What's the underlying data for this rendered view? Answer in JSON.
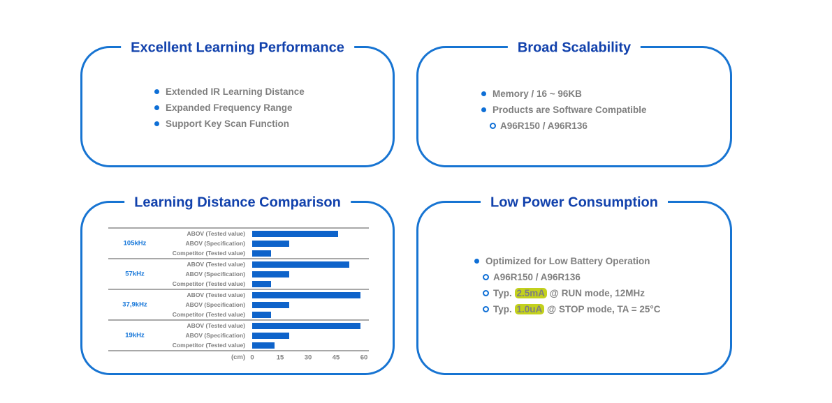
{
  "panels": {
    "learning_performance": {
      "title": "Excellent Learning Performance",
      "items": [
        "Extended IR Learning Distance",
        "Expanded Frequency Range",
        "Support Key Scan Function"
      ]
    },
    "broad_scalability": {
      "title": "Broad Scalability",
      "items": [
        "Memory / 16 ~ 96KB",
        "Products are Software Compatible",
        "A96R150 / A96R136"
      ]
    },
    "learning_distance": {
      "title": "Learning Distance Comparison"
    },
    "low_power": {
      "title": "Low Power Consumption",
      "items": [
        {
          "text": "Optimized for Low Battery Operation"
        },
        {
          "text": "A96R150 / A96R136"
        },
        {
          "prefix": "Typ. ",
          "highlight": "2.5mA",
          "suffix": " @ RUN mode, 12MHz"
        },
        {
          "prefix": "Typ. ",
          "highlight": "1.0uA",
          "suffix": " @ STOP mode, TA = 25°C"
        }
      ]
    }
  },
  "chart_data": {
    "type": "bar",
    "orientation": "horizontal",
    "title": "Learning Distance Comparison",
    "unit_label": "(cm)",
    "xlim": [
      0,
      60
    ],
    "xticks": [
      0,
      15,
      30,
      45,
      60
    ],
    "grid": false,
    "legend_position": "none",
    "series_labels": [
      "ABOV (Tested value)",
      "ABOV (Specification)",
      "Competitor (Tested value)"
    ],
    "groups": [
      {
        "frequency": "105kHz",
        "values": [
          46,
          20,
          10
        ]
      },
      {
        "frequency": "57kHz",
        "values": [
          52,
          20,
          10
        ]
      },
      {
        "frequency": "37,9kHz",
        "values": [
          58,
          20,
          10
        ]
      },
      {
        "frequency": "19kHz",
        "values": [
          58,
          20,
          12
        ]
      }
    ],
    "bar_color": "#0E63CA"
  },
  "colors": {
    "panel_border_blue": "#1774D2",
    "title_navy": "#1141AC",
    "bullet_blue": "#0E6FD6",
    "bar_blue": "#0E63CA",
    "body_gray": "#7F7F7F",
    "separator_gray": "#A8A8A8",
    "frequency_blue": "#1576D9",
    "highlight_yellow_green": "#C3D11C",
    "background": "#FFFFFF"
  }
}
